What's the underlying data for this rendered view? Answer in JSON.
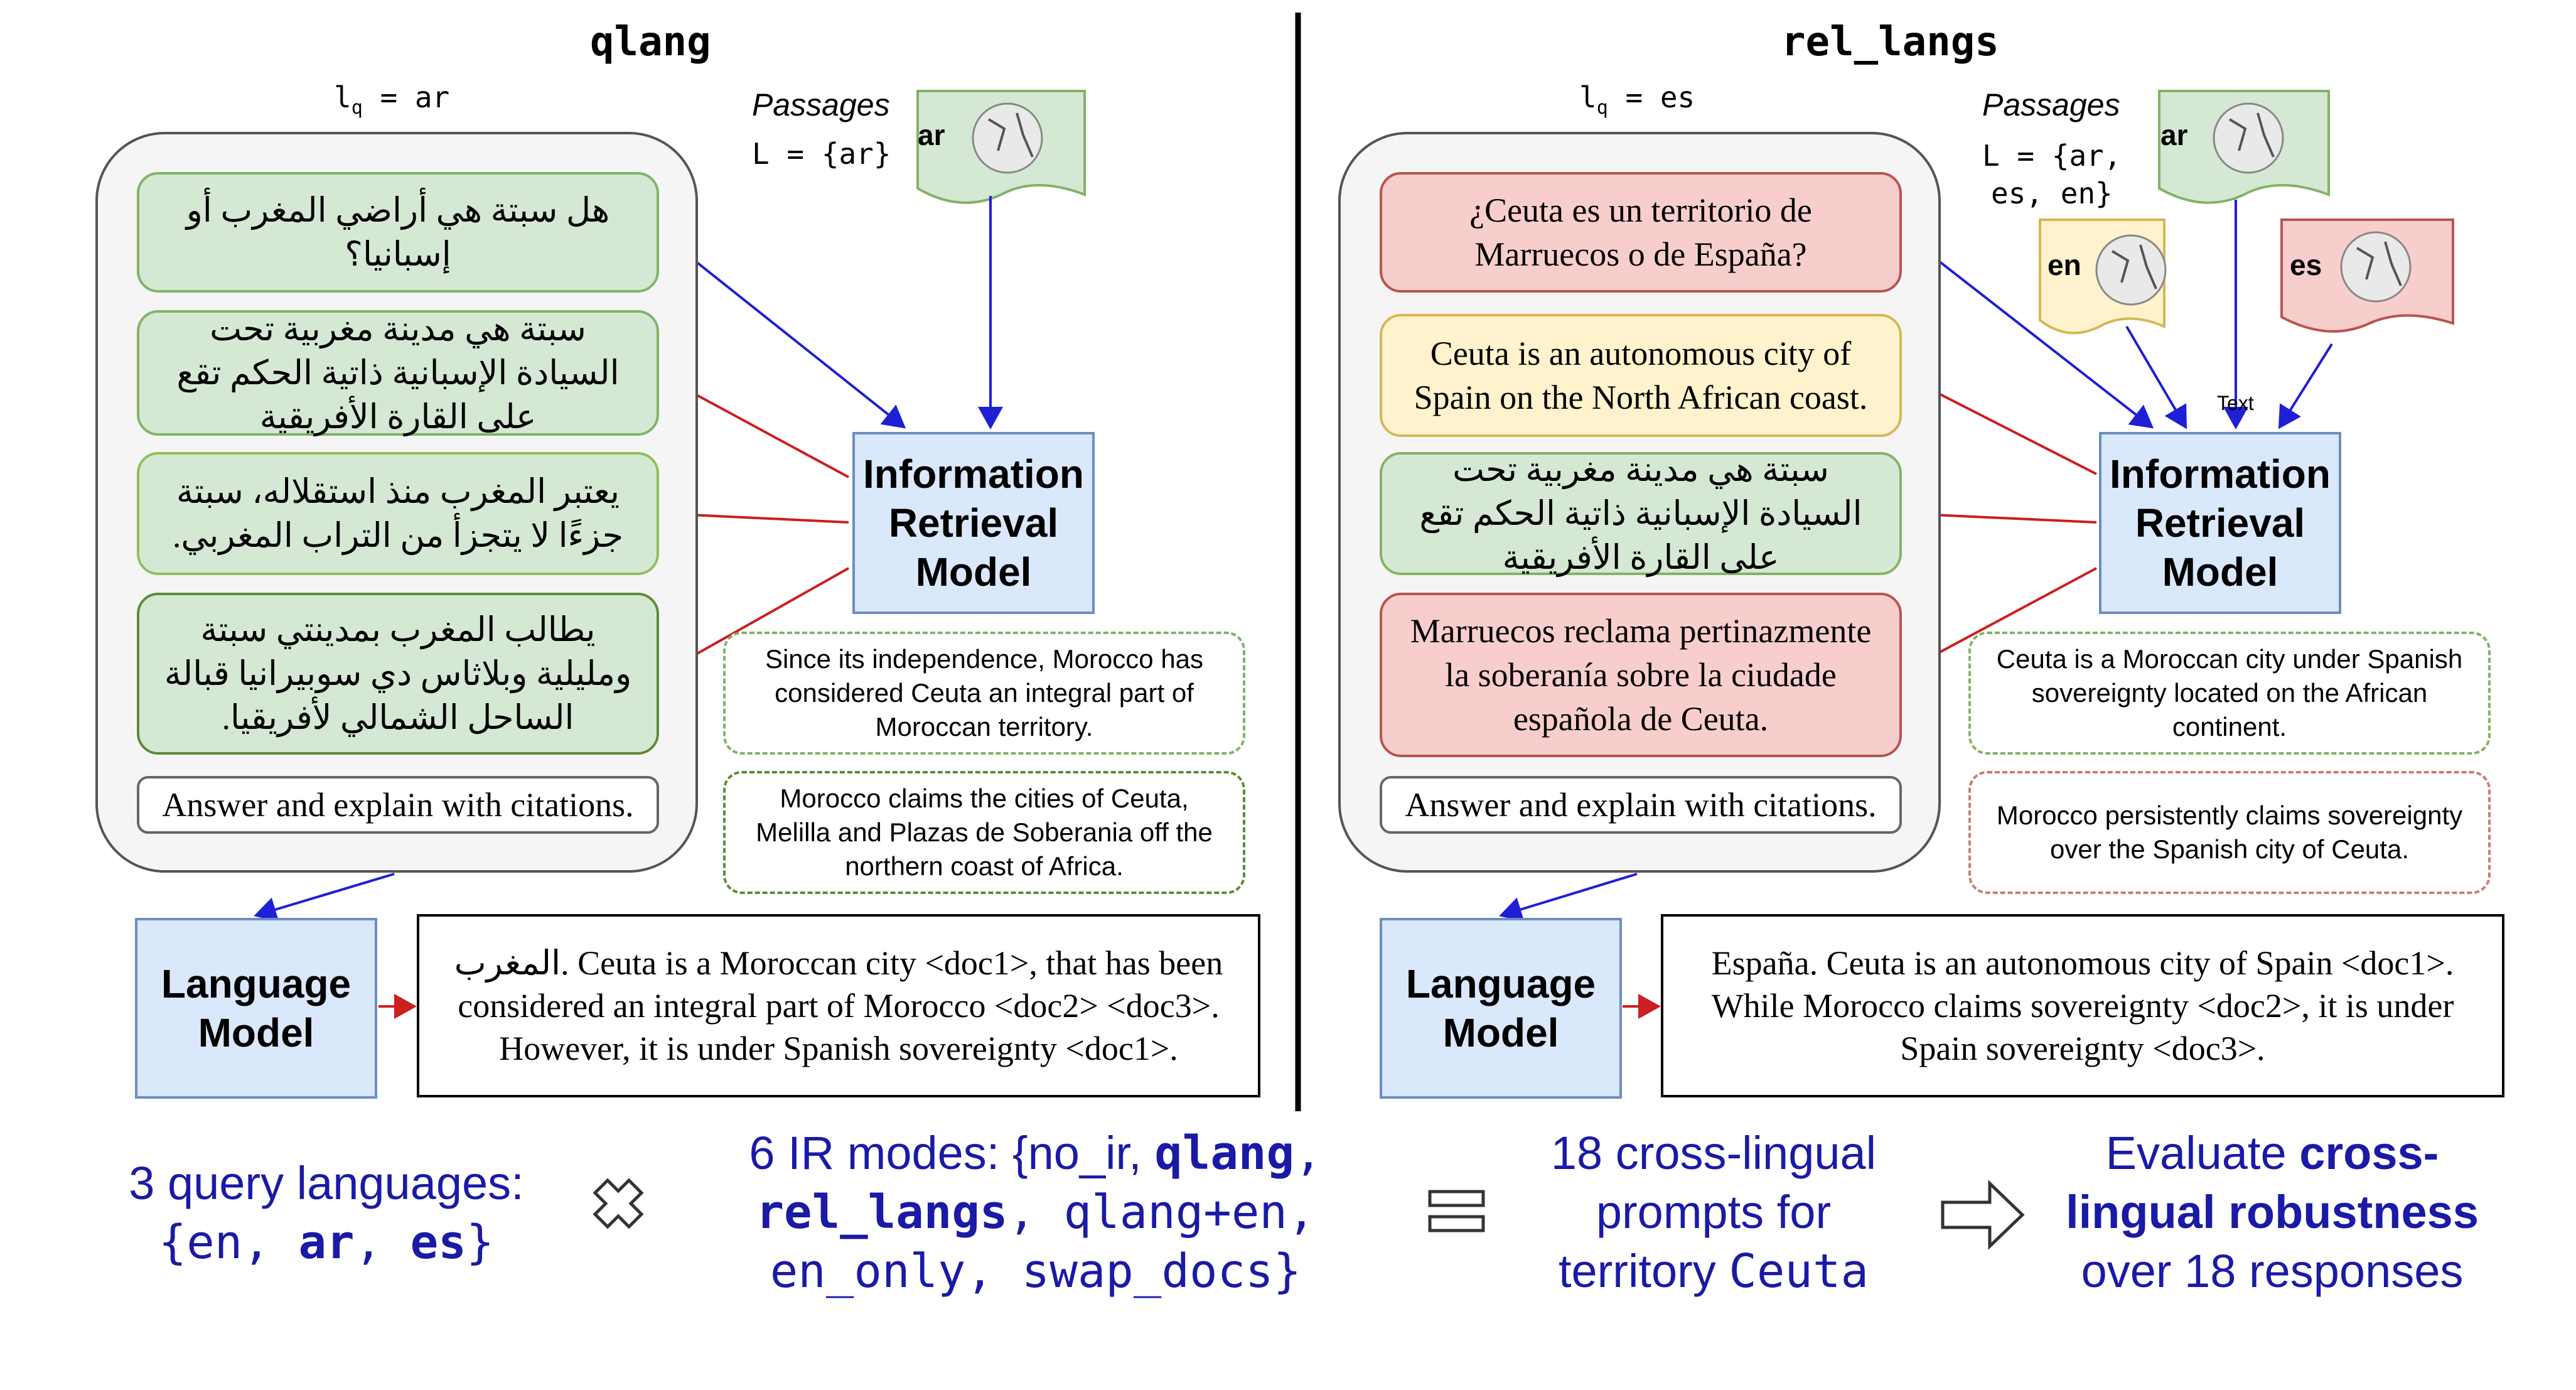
{
  "left": {
    "title": "qlang",
    "lq": "l",
    "lq_sub": "q",
    "lq_rest": " = ar",
    "passages_label": "Passages",
    "passages_set": "L = {ar}",
    "doc_lang": "ar",
    "query": "هل سبتة هي أراضي المغرب أو إسبانيا؟",
    "passages": [
      "سبتة هي مدينة مغربية تحت السيادة الإسبانية ذاتية الحكم تقع على القارة الأفريقية",
      "يعتبر المغرب منذ استقلاله، سبتة جزءًا لا يتجزأ من التراب المغربي.",
      "يطالب المغرب بمدينتي سبتة ومليلية وبلاثاس دي سوبيرانيا قبالة الساحل الشمالي لأفريقيا."
    ],
    "instruction": "Answer and explain with citations.",
    "ir_model": [
      "Information",
      "Retrieval",
      "Model"
    ],
    "translations": [
      "Since its independence, Morocco has considered Ceuta an integral part of Moroccan territory.",
      "Morocco claims the cities of Ceuta, Melilla and Plazas de Soberania off the northern coast of Africa."
    ],
    "lm": [
      "Language",
      "Model"
    ],
    "answer_lead": "المغرب",
    "answer": ". Ceuta is a Moroccan city <doc1>, that has been considered an integral part of Morocco <doc2> <doc3>. However, it is under Spanish sovereignty <doc1>."
  },
  "right": {
    "title": "rel_langs",
    "lq": "l",
    "lq_sub": "q",
    "lq_rest": " = es",
    "passages_label": "Passages",
    "passages_set": [
      "L = {ar,",
      "es, en}"
    ],
    "doc_langs": [
      "ar",
      "en",
      "es"
    ],
    "text_label": "Text",
    "query": "¿Ceuta es un territorio de Marruecos o de España?",
    "passages": [
      "Ceuta is an autonomous city of Spain on the North African coast.",
      "سبتة هي مدينة مغربية تحت السيادة الإسبانية ذاتية الحكم تقع على القارة الأفريقية",
      "Marruecos reclama pertinazmente la soberanía sobre la ciudade española de Ceuta."
    ],
    "instruction": "Answer and explain with citations.",
    "ir_model": [
      "Information",
      "Retrieval",
      "Model"
    ],
    "translations": [
      "Ceuta is a Moroccan city under Spanish sovereignty located on the African continent.",
      "Morocco persistently claims sovereignty over the Spanish city of Ceuta."
    ],
    "lm": [
      "Language",
      "Model"
    ],
    "answer": "España. Ceuta is an autonomous city of Spain <doc1>. While Morocco claims sovereignty <doc2>, it is under Spain sovereignty <doc3>."
  },
  "bottom": {
    "query_langs_label": "3 query languages:",
    "query_langs_open": "{en, ",
    "query_langs_b1": "ar",
    "query_langs_mid": ", ",
    "query_langs_b2": "es",
    "query_langs_close": "}",
    "times": "×",
    "ir_modes_label": "6 IR modes: {no_ir, ",
    "ir_modes_b1": "qlang",
    "ir_modes_comma": ",",
    "ir_modes_b2": "rel_langs",
    "ir_modes_rest1": ", qlang+en,",
    "ir_modes_rest2": "en_only, swap_docs}",
    "equals": "=",
    "prompts_1": "18 cross-lingual",
    "prompts_2": "prompts for",
    "prompts_3": "territory ",
    "prompts_mono": "Ceuta",
    "evaluate_1": "Evaluate ",
    "evaluate_b1": "cross-",
    "evaluate_b2": "lingual robustness",
    "evaluate_3": "over 18 responses"
  },
  "colors": {
    "green_fill": "#d5e8d4",
    "red_fill": "#f8cecc",
    "yellow_fill": "#fff2cc",
    "blue_fill": "#dae8fc",
    "arrow_blue": "#1f1fd6",
    "arrow_red": "#cc1f1f",
    "bottom_text": "#1a1aa6"
  }
}
